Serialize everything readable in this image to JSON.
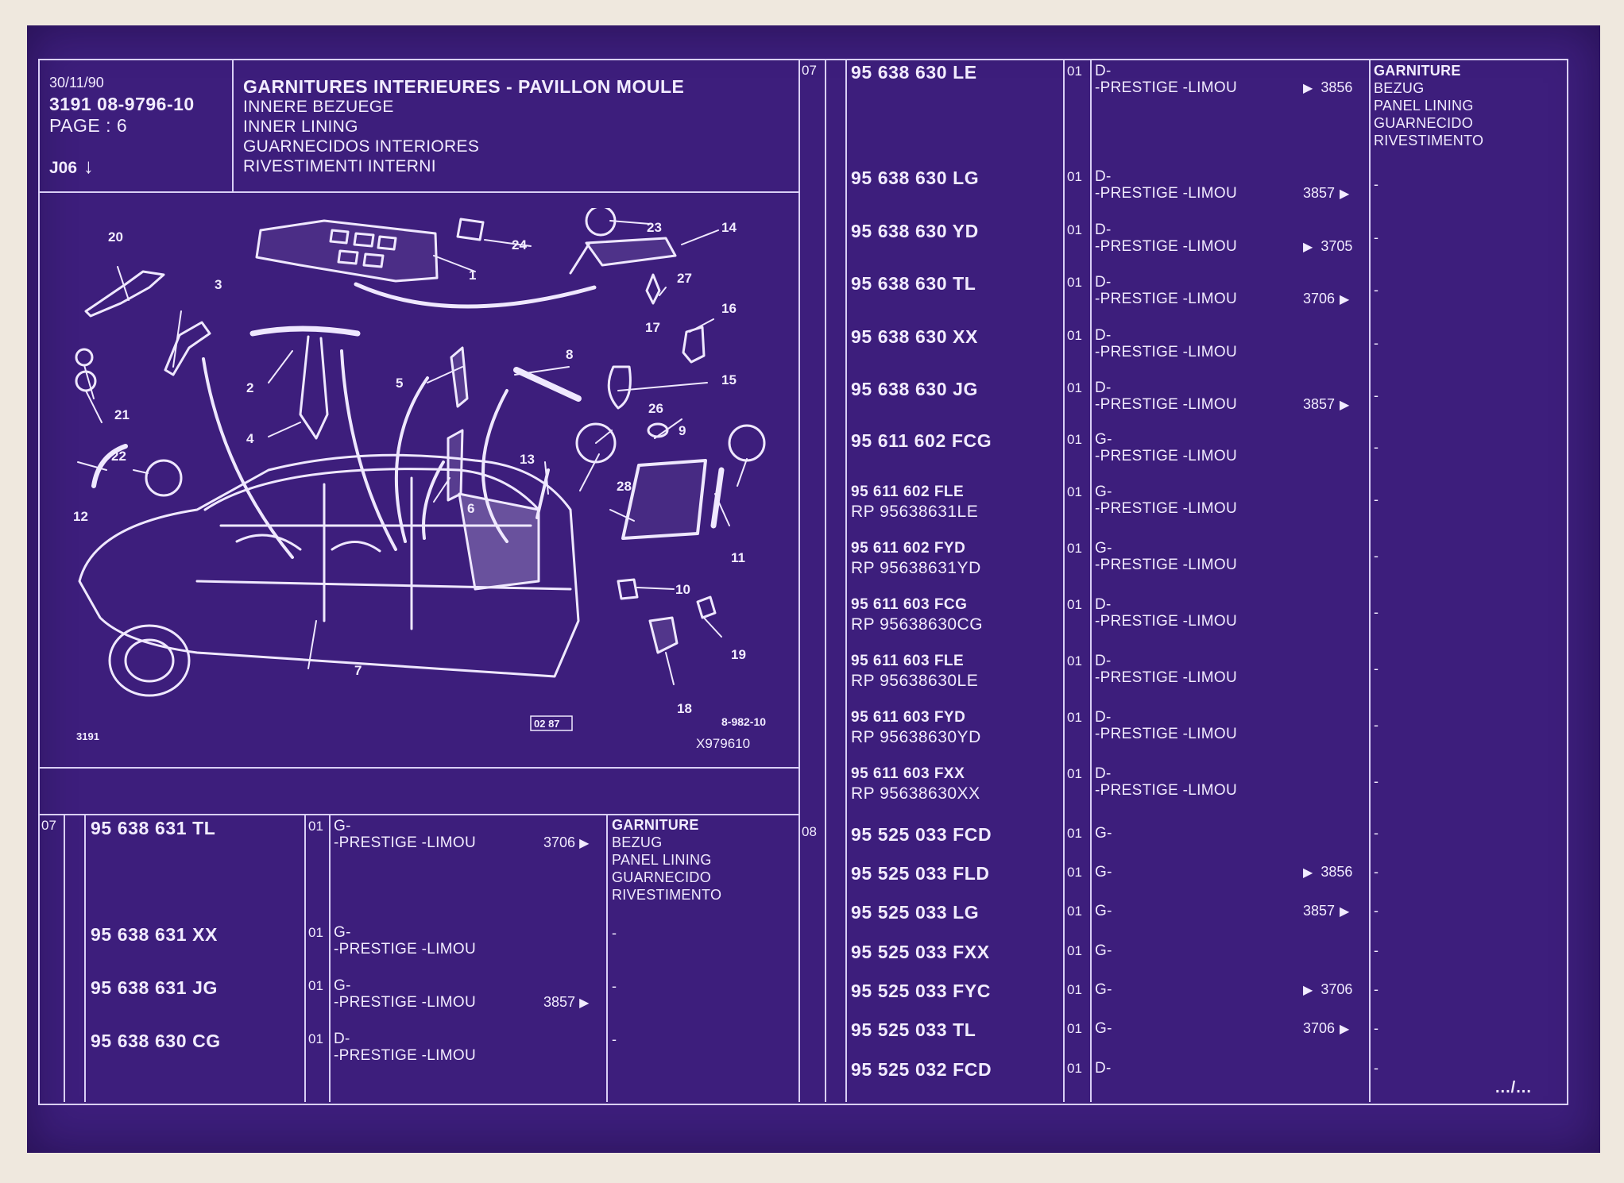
{
  "header": {
    "date": "30/11/90",
    "ref": "3191 08-9796-10",
    "page": "PAGE : 6",
    "group": "J06",
    "title": "GARNITURES INTERIEURES - PAVILLON MOULE",
    "subtitles": [
      "INNERE BEZUEGE",
      "INNER LINING",
      "GUARNECIDOS INTERIORES",
      "RIVESTIMENTI INTERNI"
    ]
  },
  "diagram": {
    "labels": [
      "20",
      "3",
      "2",
      "4",
      "21",
      "22",
      "12",
      "24",
      "1",
      "23",
      "14",
      "27",
      "16",
      "17",
      "15",
      "8",
      "5",
      "26",
      "9",
      "13",
      "28",
      "6",
      "11",
      "10",
      "19",
      "18",
      "7"
    ],
    "corner_left": "3191",
    "box_code": "02 87",
    "ref_code": "8-982-10",
    "ref_code2": "X979610"
  },
  "left_table": {
    "section": "07",
    "rows": [
      {
        "part": "95 638 631 TL",
        "qty": "01",
        "side": "G-",
        "desc": "-PRESTIGE -LIMOU",
        "code": "3706",
        "arrow_pos": "after"
      },
      {
        "part": "95 638 631 XX",
        "qty": "01",
        "side": "G-",
        "desc": "-PRESTIGE -LIMOU",
        "code": "",
        "arrow_pos": ""
      },
      {
        "part": "95 638 631 JG",
        "qty": "01",
        "side": "G-",
        "desc": "-PRESTIGE -LIMOU",
        "code": "3857",
        "arrow_pos": "after"
      },
      {
        "part": "95 638 630 CG",
        "qty": "01",
        "side": "D-",
        "desc": "-PRESTIGE -LIMOU",
        "code": "",
        "arrow_pos": ""
      }
    ],
    "name_block": [
      "GARNITURE",
      "BEZUG",
      "PANEL LINING",
      "GUARNECIDO",
      "RIVESTIMENTO"
    ],
    "dash": "-"
  },
  "right_table": {
    "sections": [
      "07",
      "08"
    ],
    "rows": [
      {
        "part": "95 638 630 LE",
        "rp": "",
        "qty": "01",
        "side": "D-",
        "desc": "-PRESTIGE -LIMOU",
        "code": "3856",
        "arrow_pos": "before"
      },
      {
        "part": "95 638 630 LG",
        "rp": "",
        "qty": "01",
        "side": "D-",
        "desc": "-PRESTIGE -LIMOU",
        "code": "3857",
        "arrow_pos": "after"
      },
      {
        "part": "95 638 630 YD",
        "rp": "",
        "qty": "01",
        "side": "D-",
        "desc": "-PRESTIGE -LIMOU",
        "code": "3705",
        "arrow_pos": "before"
      },
      {
        "part": "95 638 630 TL",
        "rp": "",
        "qty": "01",
        "side": "D-",
        "desc": "-PRESTIGE -LIMOU",
        "code": "3706",
        "arrow_pos": "after"
      },
      {
        "part": "95 638 630 XX",
        "rp": "",
        "qty": "01",
        "side": "D-",
        "desc": "-PRESTIGE -LIMOU",
        "code": "",
        "arrow_pos": ""
      },
      {
        "part": "95 638 630 JG",
        "rp": "",
        "qty": "01",
        "side": "D-",
        "desc": "-PRESTIGE -LIMOU",
        "code": "3857",
        "arrow_pos": "after"
      },
      {
        "part": "95 611 602 FCG",
        "rp": "",
        "qty": "01",
        "side": "G-",
        "desc": "-PRESTIGE -LIMOU",
        "code": "",
        "arrow_pos": ""
      },
      {
        "part": "95 611 602 FLE",
        "rp": "RP  95638631LE",
        "qty": "01",
        "side": "G-",
        "desc": "-PRESTIGE -LIMOU",
        "code": "",
        "arrow_pos": ""
      },
      {
        "part": "95 611 602 FYD",
        "rp": "RP  95638631YD",
        "qty": "01",
        "side": "G-",
        "desc": "-PRESTIGE -LIMOU",
        "code": "",
        "arrow_pos": ""
      },
      {
        "part": "95 611 603 FCG",
        "rp": "RP  95638630CG",
        "qty": "01",
        "side": "D-",
        "desc": "-PRESTIGE -LIMOU",
        "code": "",
        "arrow_pos": ""
      },
      {
        "part": "95 611 603 FLE",
        "rp": "RP  95638630LE",
        "qty": "01",
        "side": "D-",
        "desc": "-PRESTIGE -LIMOU",
        "code": "",
        "arrow_pos": ""
      },
      {
        "part": "95 611 603 FYD",
        "rp": "RP  95638630YD",
        "qty": "01",
        "side": "D-",
        "desc": "-PRESTIGE -LIMOU",
        "code": "",
        "arrow_pos": ""
      },
      {
        "part": "95 611 603 FXX",
        "rp": "RP  95638630XX",
        "qty": "01",
        "side": "D-",
        "desc": "-PRESTIGE -LIMOU",
        "code": "",
        "arrow_pos": ""
      },
      {
        "part": "95 525 033 FCD",
        "rp": "",
        "qty": "01",
        "side": "G-",
        "desc": "",
        "code": "",
        "arrow_pos": ""
      },
      {
        "part": "95 525 033 FLD",
        "rp": "",
        "qty": "01",
        "side": "G-",
        "desc": "",
        "code": "3856",
        "arrow_pos": "before"
      },
      {
        "part": "95 525 033 LG",
        "rp": "",
        "qty": "01",
        "side": "G-",
        "desc": "",
        "code": "3857",
        "arrow_pos": "after"
      },
      {
        "part": "95 525 033 FXX",
        "rp": "",
        "qty": "01",
        "side": "G-",
        "desc": "",
        "code": "",
        "arrow_pos": ""
      },
      {
        "part": "95 525 033 FYC",
        "rp": "",
        "qty": "01",
        "side": "G-",
        "desc": "",
        "code": "3706",
        "arrow_pos": "before"
      },
      {
        "part": "95 525 033 TL",
        "rp": "",
        "qty": "01",
        "side": "G-",
        "desc": "",
        "code": "3706",
        "arrow_pos": "after"
      },
      {
        "part": "95 525 032 FCD",
        "rp": "",
        "qty": "01",
        "side": "D-",
        "desc": "",
        "code": "",
        "arrow_pos": ""
      }
    ],
    "name_block": [
      "GARNITURE",
      "BEZUG",
      "PANEL LINING",
      "GUARNECIDO",
      "RIVESTIMENTO"
    ],
    "dash": "-",
    "continued": ".../..."
  },
  "colors": {
    "sheet": "#3d1e7c",
    "ink": "#f2ecff",
    "rule": "#d9cff5",
    "paper": "#efe8de"
  }
}
